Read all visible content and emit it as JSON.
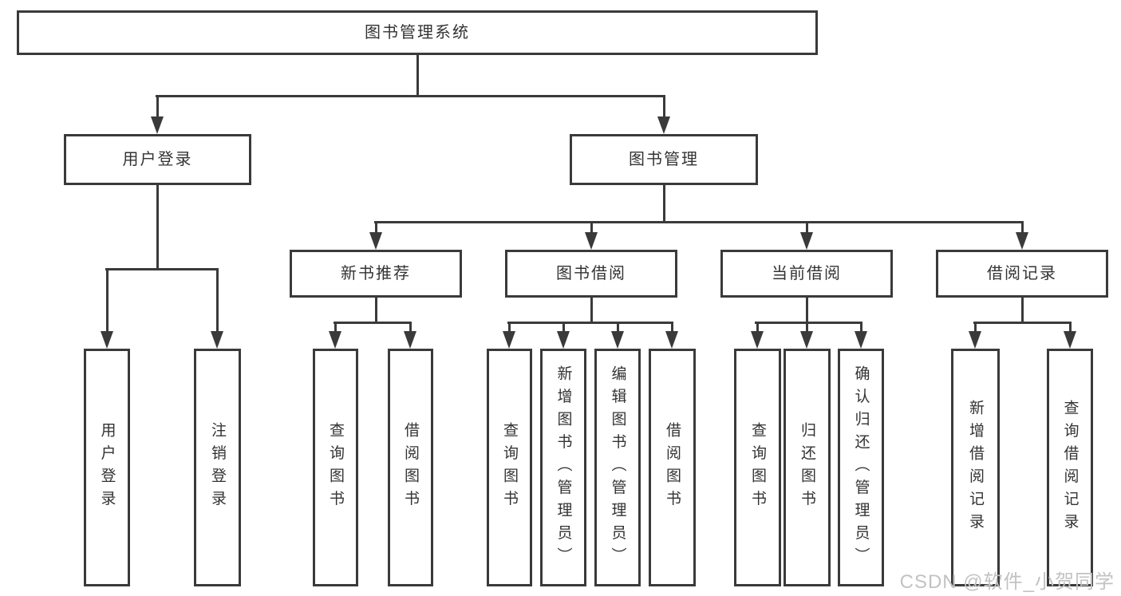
{
  "diagram": {
    "tree": {
      "label": "图书管理系统",
      "children": [
        {
          "label": "用户登录",
          "children": [
            {
              "label": "用户登录"
            },
            {
              "label": "注销登录"
            }
          ]
        },
        {
          "label": "图书管理",
          "children": [
            {
              "label": "新书推荐",
              "children": [
                {
                  "label": "查询图书"
                },
                {
                  "label": "借阅图书"
                }
              ]
            },
            {
              "label": "图书借阅",
              "children": [
                {
                  "label": "查询图书"
                },
                {
                  "label": "新增图书（管理员）"
                },
                {
                  "label": "编辑图书（管理员）"
                },
                {
                  "label": "借阅图书"
                }
              ]
            },
            {
              "label": "当前借阅",
              "children": [
                {
                  "label": "查询图书"
                },
                {
                  "label": "归还图书"
                },
                {
                  "label": "确认归还（管理员）"
                }
              ]
            },
            {
              "label": "借阅记录",
              "children": [
                {
                  "label": "新增借阅记录"
                },
                {
                  "label": "查询借阅记录"
                }
              ]
            }
          ]
        }
      ]
    }
  },
  "watermark": {
    "text": "CSDN @软件_小贺同学"
  },
  "colors": {
    "line": "#3a3a3a",
    "text": "#333333",
    "watermark": "#c2c2c2",
    "background": "#ffffff"
  }
}
